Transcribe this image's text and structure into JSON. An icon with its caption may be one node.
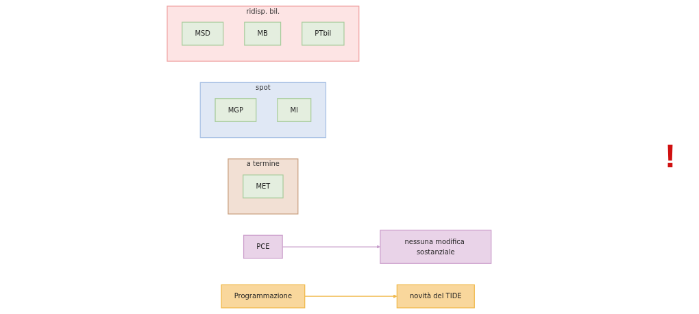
{
  "diagram": {
    "nodes": [
      {
        "text": [
          "a termine"
        ]
      },
      {
        "text": [
          "MET"
        ],
        "in": 0
      },
      {
        "text": [
          "PCE"
        ]
      },
      {
        "text": [
          "nessuna modifica sostanziale"
        ]
      },
      {
        "text": [
          "spot"
        ]
      },
      {
        "text": [
          "MGP"
        ],
        "in": 4
      },
      {
        "text": [
          "MI"
        ],
        "in": 4
      },
      {
        "text": [
          "Programmazione"
        ]
      },
      {
        "text": [
          "ridisp. bil."
        ]
      },
      {
        "text": [
          "MSD"
        ],
        "in": 8
      },
      {
        "text": [
          "novità del TIDE"
        ]
      },
      {
        "text": [
          "MB"
        ],
        "in": 8
      },
      {
        "text": [
          "PTbil"
        ],
        "in": 8
      }
    ],
    "edges": [
      {
        "from": 2,
        "to": 3,
        "arrow": "to",
        "color": "#c9a0cc"
      },
      {
        "from": 7,
        "to": 10,
        "arrow": "to",
        "color": "#f0b848"
      }
    ],
    "labels": [
      "!"
    ]
  }
}
